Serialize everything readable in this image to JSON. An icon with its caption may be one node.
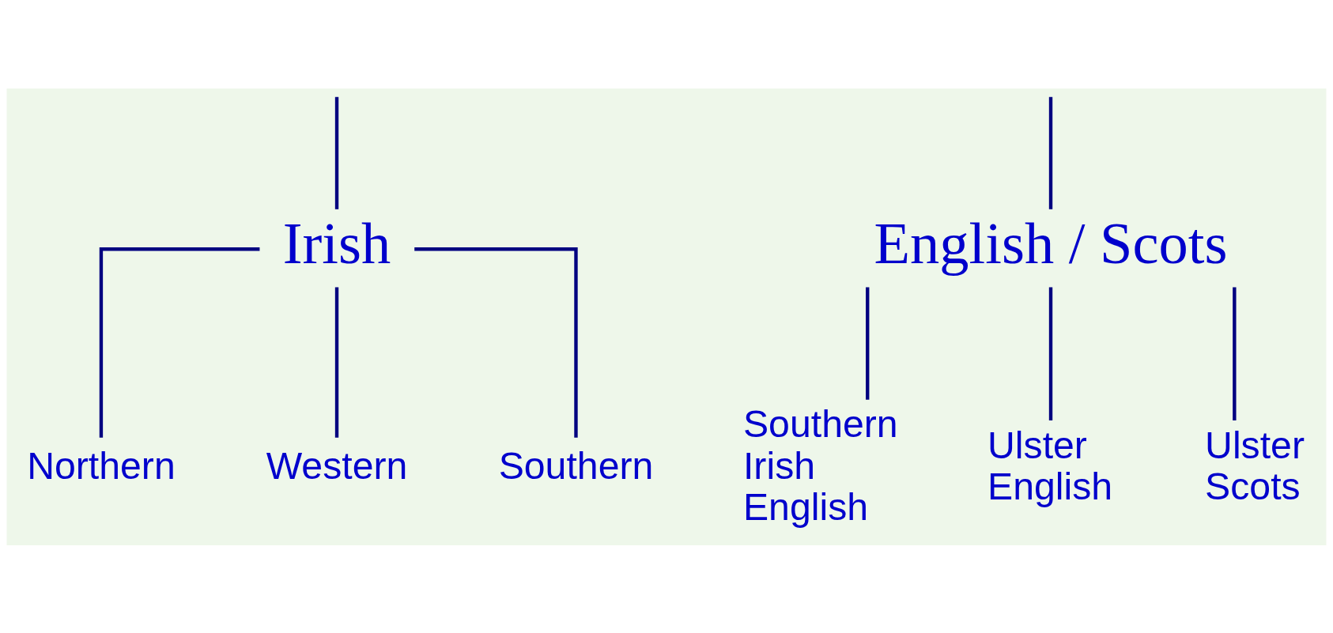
{
  "diagram": {
    "nodes": [
      {
        "text": [
          "Irish"
        ]
      },
      {
        "text": [
          "English / Scots"
        ]
      },
      {
        "text": [
          "Northern"
        ]
      },
      {
        "text": [
          "Western"
        ]
      },
      {
        "text": [
          "Southern"
        ]
      },
      {
        "text": [
          "Southern Irish English"
        ]
      },
      {
        "text": [
          "Ulster English"
        ]
      },
      {
        "text": [
          "Ulster Scots"
        ]
      }
    ],
    "edges": [
      {
        "from": null,
        "to": 0,
        "arrow": "none"
      },
      {
        "from": null,
        "to": 1,
        "arrow": "none"
      },
      {
        "from": 0,
        "to": 2,
        "arrow": "none"
      },
      {
        "from": 0,
        "to": 3,
        "arrow": "none"
      },
      {
        "from": 0,
        "to": 4,
        "arrow": "none"
      },
      {
        "from": 1,
        "to": 5,
        "arrow": "none"
      },
      {
        "from": 1,
        "to": 6,
        "arrow": "none"
      },
      {
        "from": 1,
        "to": 7,
        "arrow": "none"
      }
    ]
  }
}
